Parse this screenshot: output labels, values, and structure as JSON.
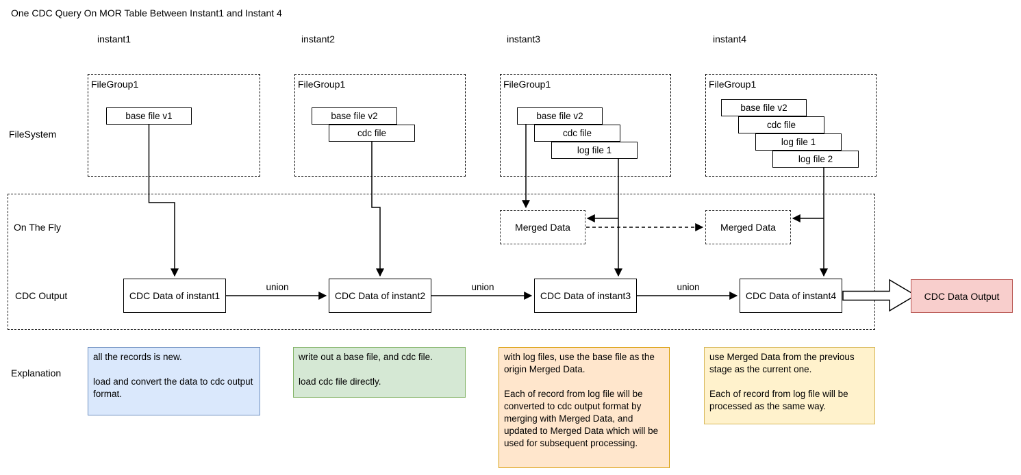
{
  "title": "One CDC Query On MOR Table Between Instant1 and Instant 4",
  "row_labels": {
    "filesystem": "FileSystem",
    "on_the_fly": "On The Fly",
    "cdc_output": "CDC Output",
    "explanation": "Explanation"
  },
  "columns": [
    {
      "header": "instant1",
      "filegroup": "FileGroup1",
      "files": [
        "base file v1"
      ],
      "cdc": "CDC Data of instant1",
      "explanation": "all the records is new.\n\nload and convert the data to cdc output format."
    },
    {
      "header": "instant2",
      "filegroup": "FileGroup1",
      "files": [
        "base file v2",
        "cdc file"
      ],
      "cdc": "CDC Data of instant2",
      "explanation": "write out a base file, and cdc file.\n\nload cdc file directly."
    },
    {
      "header": "instant3",
      "filegroup": "FileGroup1",
      "files": [
        "base file v2",
        "cdc file",
        "log file 1"
      ],
      "merged": "Merged Data",
      "cdc": "CDC Data of instant3",
      "explanation": "with log files, use the base file as the origin Merged Data.\n\nEach of record from log file will be converted to cdc output format by merging with Merged Data, and updated to Merged Data which will be used for subsequent processing."
    },
    {
      "header": "instant4",
      "filegroup": "FileGroup1",
      "files": [
        "base file v2",
        "cdc file",
        "log file 1",
        "log file 2"
      ],
      "merged": "Merged Data",
      "cdc": "CDC Data of instant4",
      "explanation": "use Merged Data from the previous stage as the current one.\n\nEach of record from log file will be processed as the same way."
    }
  ],
  "union_labels": [
    "union",
    "union",
    "union"
  ],
  "output_box": "CDC Data Output",
  "colors": {
    "line_stroke": "#000000",
    "explanation_instant1": {
      "fill": "#dae8fc",
      "border": "#6c8ebf"
    },
    "explanation_instant2": {
      "fill": "#d5e8d4",
      "border": "#82b366"
    },
    "explanation_instant3": {
      "fill": "#ffe6cc",
      "border": "#d79b00"
    },
    "explanation_instant4": {
      "fill": "#fff2cc",
      "border": "#d6b656"
    },
    "output_box": {
      "fill": "#f8cecc",
      "border": "#b85450"
    }
  }
}
